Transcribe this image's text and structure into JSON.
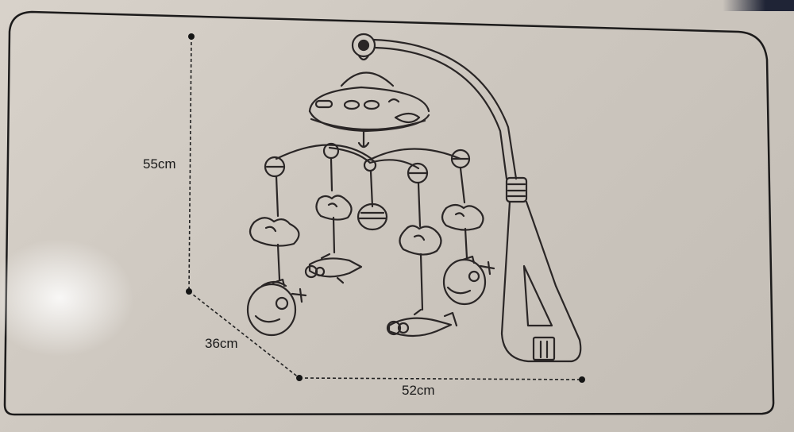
{
  "dimensions": {
    "height_label": "55cm",
    "depth_label": "36cm",
    "width_label": "52cm"
  },
  "colors": {
    "line": "#2a2626",
    "card": "#d4cec6",
    "dark_corner": "#1f2436"
  },
  "icons": {
    "mobile": "baby-crib-mobile-icon"
  }
}
